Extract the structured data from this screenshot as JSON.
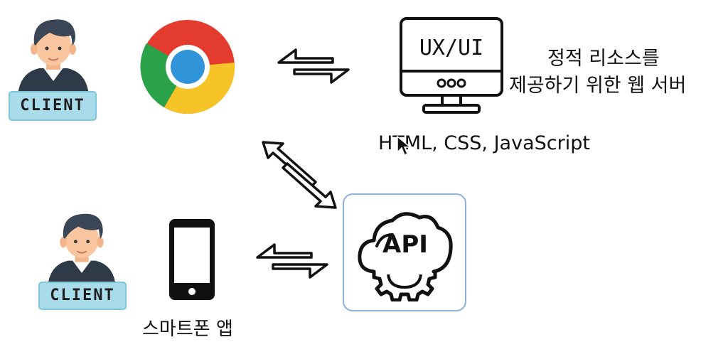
{
  "clients": [
    {
      "badge": "CLIENT"
    },
    {
      "badge": "CLIENT"
    }
  ],
  "web_server": {
    "screen_label": "UX/UI",
    "description_line1": "정적 리소스를",
    "description_line2": "제공하기 위한 웹 서버",
    "tech_caption": "HTML, CSS, JavaScript"
  },
  "api_server": {
    "label": "API"
  },
  "smartphone_app": {
    "caption": "스마트폰 앱"
  },
  "colors": {
    "chrome_red": "#e33b2e",
    "chrome_green": "#2aa24a",
    "chrome_yellow": "#f6c426",
    "chrome_blue": "#2f95d8",
    "badge_fill": "#a9dcea",
    "api_frame": "#8fb0dc"
  }
}
